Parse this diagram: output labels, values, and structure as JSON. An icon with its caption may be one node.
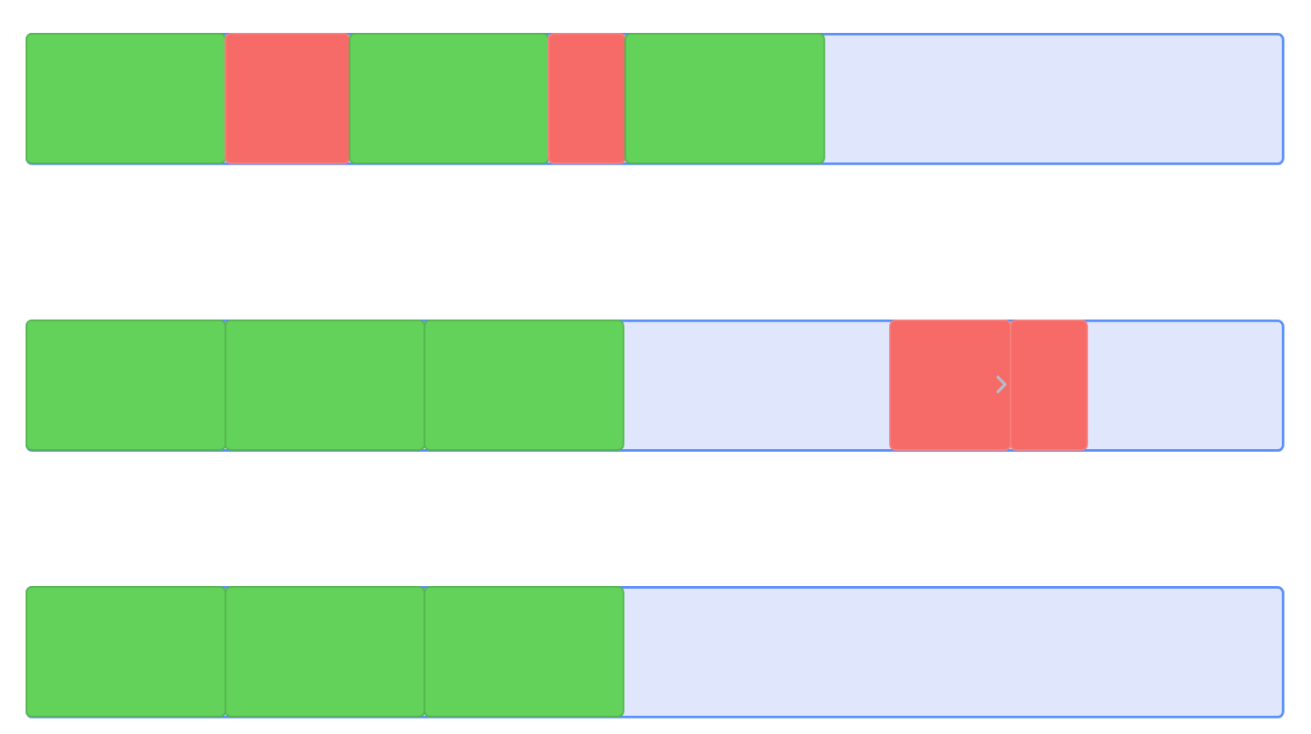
{
  "diagram": {
    "nodes": [
      {
        "text": [],
        "shape": "bar"
      },
      {
        "text": [],
        "shape": "box",
        "in": 0
      },
      {
        "text": [],
        "shape": "box",
        "in": 0
      },
      {
        "text": [],
        "shape": "box",
        "in": 0
      },
      {
        "text": [],
        "shape": "box",
        "in": 0
      },
      {
        "text": [],
        "shape": "box",
        "in": 0
      },
      {
        "text": [],
        "shape": "bar"
      },
      {
        "text": [],
        "shape": "box",
        "in": 6
      },
      {
        "text": [],
        "shape": "box",
        "in": 6
      },
      {
        "text": [],
        "shape": "box",
        "in": 6
      },
      {
        "text": [],
        "shape": "box",
        "in": 6
      },
      {
        "text": [],
        "shape": "box",
        "in": 6
      },
      {
        "text": [],
        "shape": "bar"
      },
      {
        "text": [],
        "shape": "box",
        "in": 12
      },
      {
        "text": [],
        "shape": "box",
        "in": 12
      },
      {
        "text": [],
        "shape": "box",
        "in": 12
      }
    ]
  }
}
